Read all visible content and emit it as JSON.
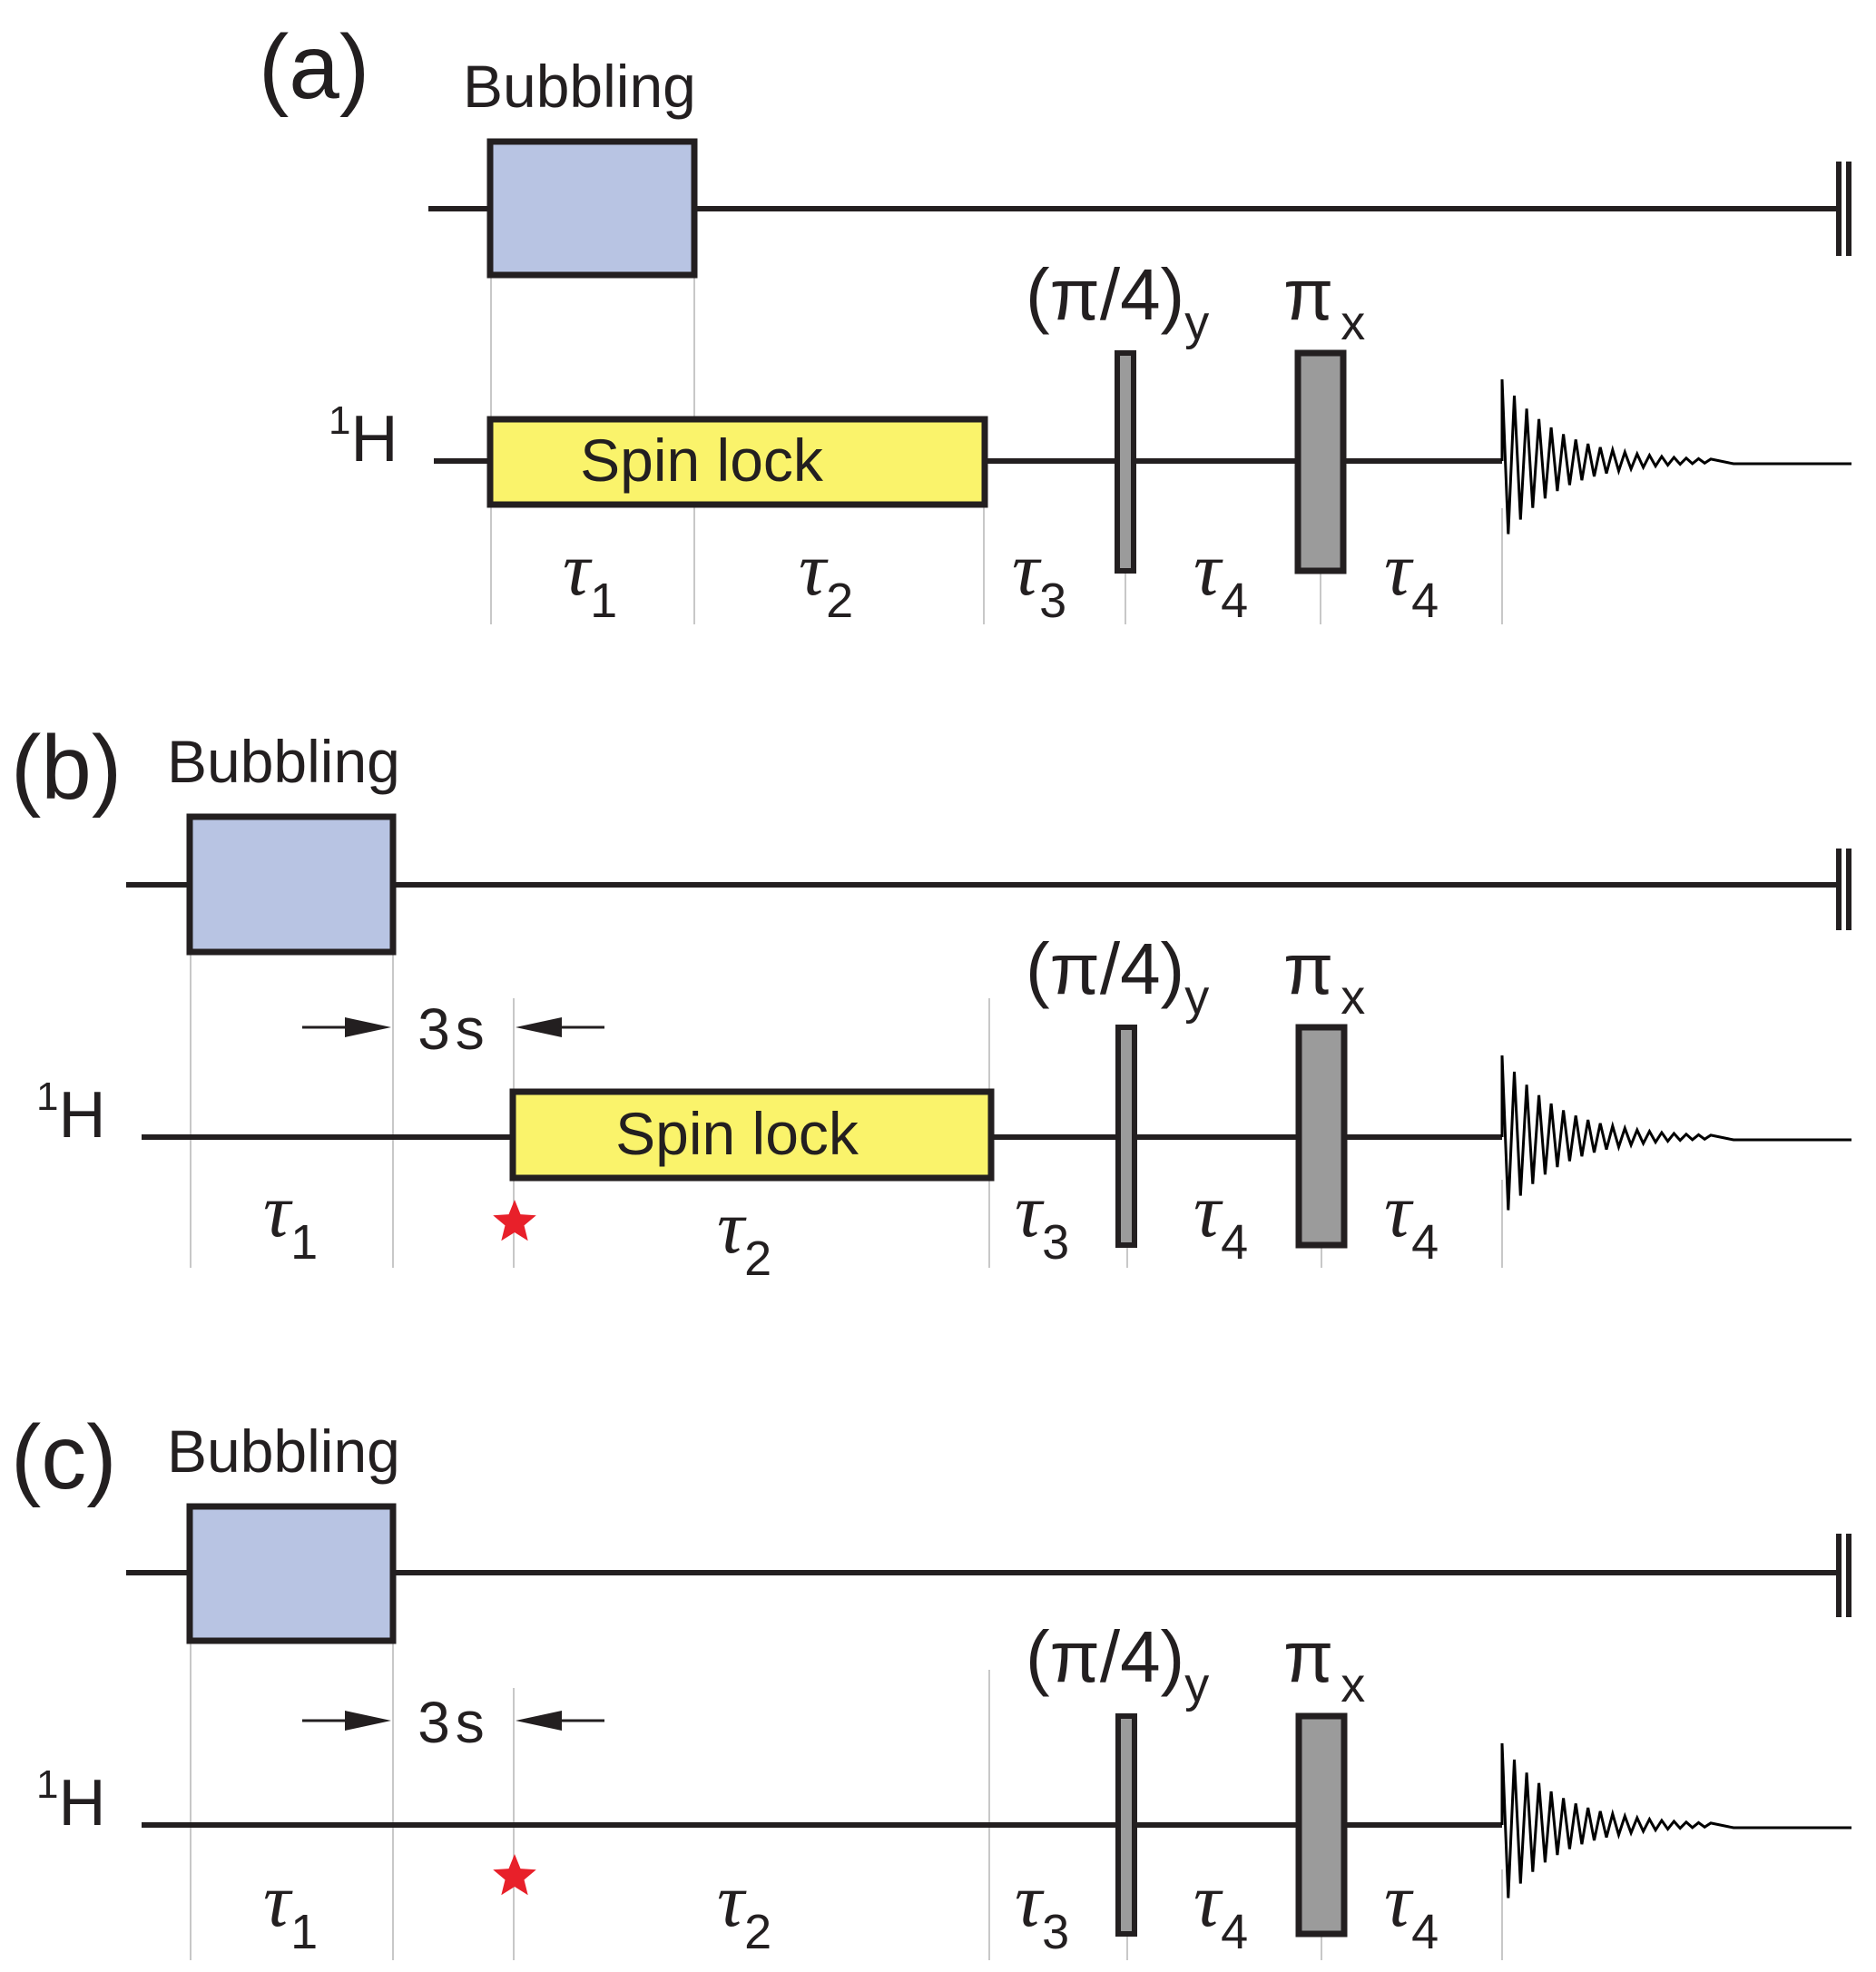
{
  "colors": {
    "bubbling_fill": "#b8c4e3",
    "spinlock_fill": "#faf36b",
    "pulse_fill": "#9b9b9b",
    "star": "#e8202a",
    "line": "#231f20",
    "guide": "#c8c8c8"
  },
  "panels": [
    {
      "id": "a",
      "label": "(a)",
      "bubbling_label": "Bubbling",
      "channel_label": "H",
      "channel_isotope": "1",
      "spin_lock_label": "Spin lock",
      "spin_lock_present": true,
      "delay_label": null,
      "star_marker": false,
      "pulse1_label": "(π/4)",
      "pulse1_sub": "y",
      "pulse2_label": "π",
      "pulse2_sub": "x",
      "taus": [
        {
          "sym": "τ",
          "sub": "1"
        },
        {
          "sym": "τ",
          "sub": "2"
        },
        {
          "sym": "τ",
          "sub": "3"
        },
        {
          "sym": "τ",
          "sub": "4"
        },
        {
          "sym": "τ",
          "sub": "4"
        }
      ]
    },
    {
      "id": "b",
      "label": "(b)",
      "bubbling_label": "Bubbling",
      "channel_label": "H",
      "channel_isotope": "1",
      "spin_lock_label": "Spin lock",
      "spin_lock_present": true,
      "delay_label": "3s",
      "star_marker": true,
      "pulse1_label": "(π/4)",
      "pulse1_sub": "y",
      "pulse2_label": "π",
      "pulse2_sub": "x",
      "taus": [
        {
          "sym": "τ",
          "sub": "1"
        },
        {
          "sym": "τ",
          "sub": "2"
        },
        {
          "sym": "τ",
          "sub": "3"
        },
        {
          "sym": "τ",
          "sub": "4"
        },
        {
          "sym": "τ",
          "sub": "4"
        }
      ]
    },
    {
      "id": "c",
      "label": "(c)",
      "bubbling_label": "Bubbling",
      "channel_label": "H",
      "channel_isotope": "1",
      "spin_lock_label": null,
      "spin_lock_present": false,
      "delay_label": "3s",
      "star_marker": true,
      "pulse1_label": "(π/4)",
      "pulse1_sub": "y",
      "pulse2_label": "π",
      "pulse2_sub": "x",
      "taus": [
        {
          "sym": "τ",
          "sub": "1"
        },
        {
          "sym": "τ",
          "sub": "2"
        },
        {
          "sym": "τ",
          "sub": "3"
        },
        {
          "sym": "τ",
          "sub": "4"
        },
        {
          "sym": "τ",
          "sub": "4"
        }
      ]
    }
  ]
}
